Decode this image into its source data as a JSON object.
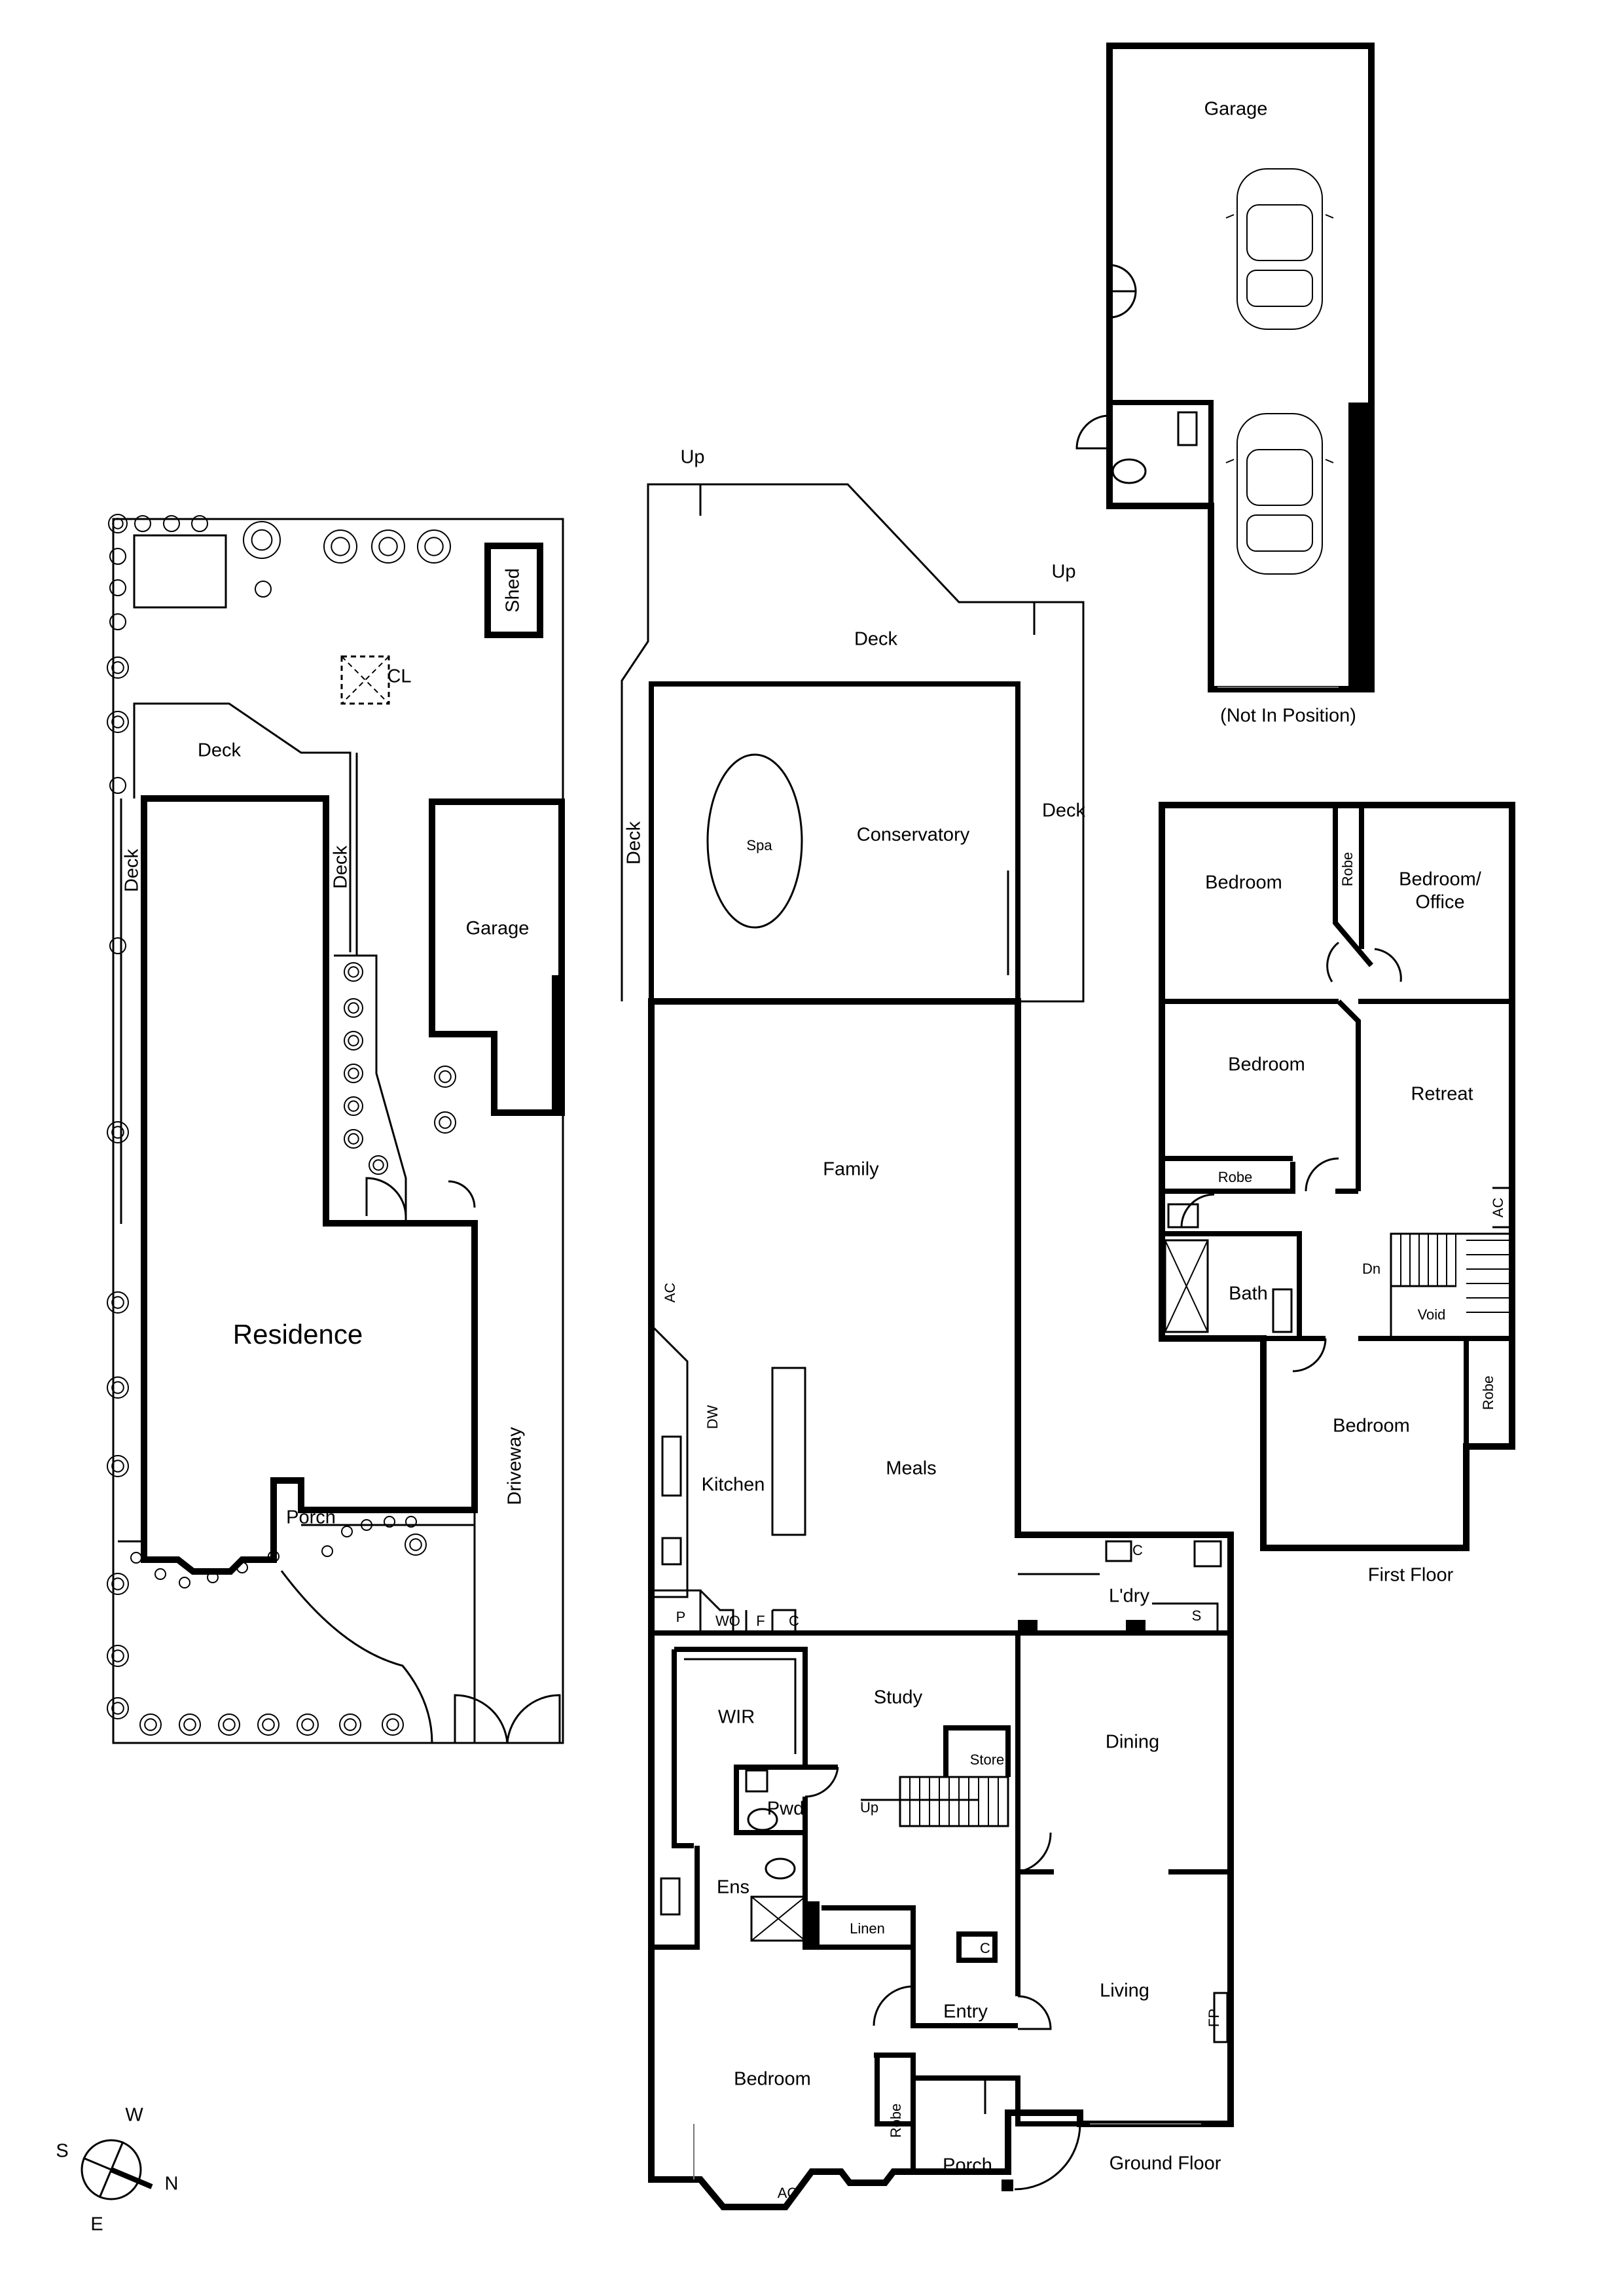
{
  "site_plan": {
    "residence": "Residence",
    "garage": "Garage",
    "shed": "Shed",
    "deck_top": "Deck",
    "deck_left": "Deck",
    "deck_mid": "Deck",
    "clothesline": "CL",
    "porch": "Porch",
    "driveway": "Driveway"
  },
  "ground_floor": {
    "deck": "Deck",
    "deck_left": "Deck",
    "deck_right": "Deck",
    "up_left": "Up",
    "up_right": "Up",
    "spa": "Spa",
    "conservatory": "Conservatory",
    "family": "Family",
    "ac_family": "AC",
    "dw": "DW",
    "kitchen": "Kitchen",
    "meals": "Meals",
    "pantry": "P",
    "wo": "WO",
    "fridge": "F",
    "cupboard_kitchen": "C",
    "laundry": "L'dry",
    "laundry_cupboard": "C",
    "laundry_s": "S",
    "study": "Study",
    "store": "Store",
    "wir": "WIR",
    "pwd": "Pwd",
    "up_stairs": "Up",
    "ens": "Ens",
    "linen": "Linen",
    "dining": "Dining",
    "cupboard_entry": "C",
    "entry": "Entry",
    "living": "Living",
    "fp": "FP",
    "bedroom": "Bedroom",
    "robe": "Robe",
    "porch": "Porch",
    "ac_bedroom": "AC",
    "floor_label": "Ground Floor"
  },
  "detached_garage": {
    "garage": "Garage",
    "note": "(Not In Position)"
  },
  "first_floor": {
    "bedroom_1": "Bedroom",
    "robe_1": "Robe",
    "bedroom_office_line1": "Bedroom/",
    "bedroom_office_line2": "Office",
    "bedroom_2": "Bedroom",
    "retreat": "Retreat",
    "robe_2": "Robe",
    "ac": "AC",
    "bath": "Bath",
    "dn": "Dn",
    "void": "Void",
    "bedroom_3": "Bedroom",
    "robe_3": "Robe",
    "floor_label": "First Floor"
  },
  "compass": {
    "w": "W",
    "s": "S",
    "n": "N",
    "e": "E"
  }
}
